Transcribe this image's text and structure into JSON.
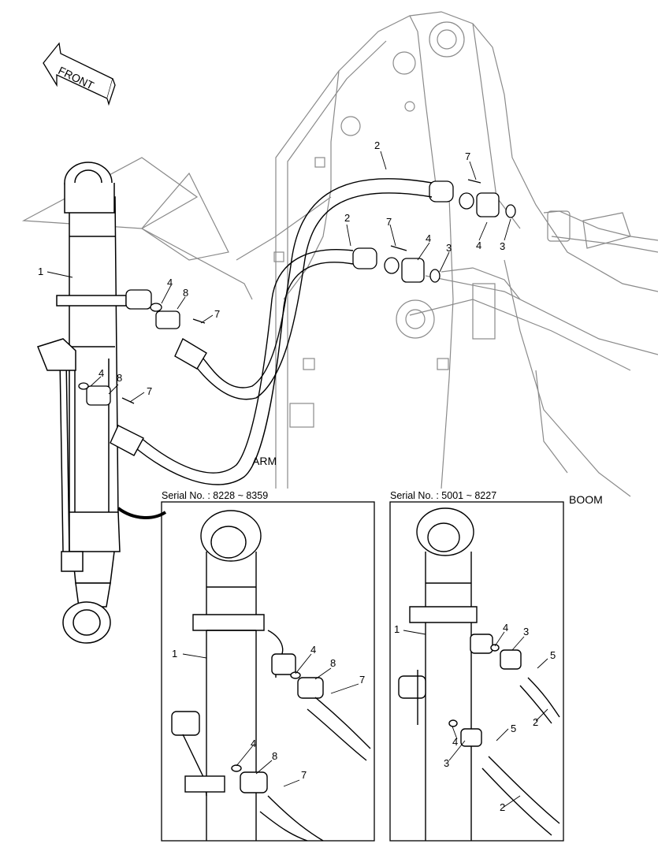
{
  "labels": {
    "front": "FRONT",
    "arm": "ARM",
    "boom": "BOOM",
    "inset_left_caption": "Serial No. : 8228 ~ 8359",
    "inset_right_caption": "Serial No. : 5001 ~ 8227"
  },
  "callouts": {
    "main": [
      "1",
      "2",
      "2",
      "3",
      "3",
      "4",
      "4",
      "4",
      "4",
      "7",
      "7",
      "7",
      "7",
      "8",
      "8"
    ],
    "inset_left": [
      "1",
      "4",
      "8",
      "7",
      "4",
      "8",
      "7"
    ],
    "inset_right": [
      "1",
      "4",
      "3",
      "5",
      "2",
      "4",
      "3",
      "5",
      "2"
    ]
  },
  "colors": {
    "line": "#000000",
    "faint_line": "#8a8a8a",
    "background": "#ffffff"
  }
}
